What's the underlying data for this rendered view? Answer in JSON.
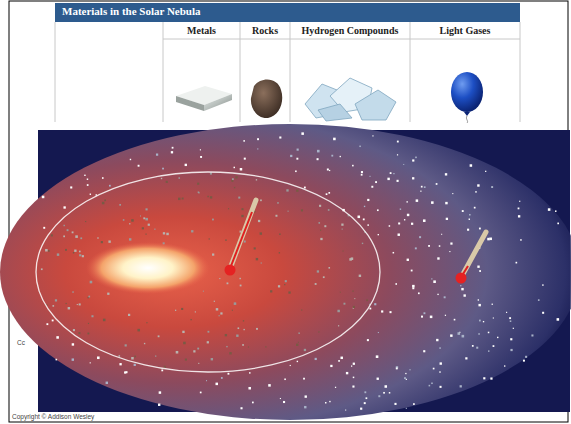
{
  "diagram": {
    "title": "Materials in the Solar Nebula",
    "labels": [
      "Metals",
      "Rocks",
      "Hydrogen Compounds",
      "Light Gases",
      "Cc",
      "Copyright © Addison Wesley"
    ]
  }
}
